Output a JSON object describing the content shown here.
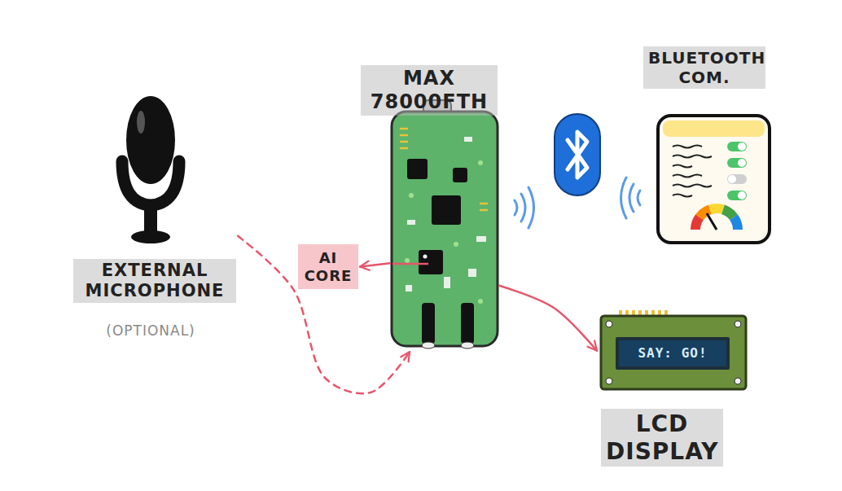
{
  "diagram": {
    "nodes": [
      {
        "text": [
          "EXTERNAL MICROPHONE",
          "(OPTIONAL)"
        ]
      },
      {
        "text": [
          "MAX 78000FTH"
        ]
      },
      {
        "text": [
          "AI CORE"
        ]
      },
      {
        "text": [
          "BLUETOOTH COM."
        ]
      },
      {
        "text": [
          "SAY: GO!",
          "LCD DISPLAY"
        ]
      }
    ],
    "edges": [
      {
        "from": 0,
        "to": 1,
        "arrow": "to"
      },
      {
        "from": 1,
        "to": 2,
        "arrow": "to"
      },
      {
        "from": 1,
        "to": 4,
        "arrow": "to"
      }
    ]
  }
}
